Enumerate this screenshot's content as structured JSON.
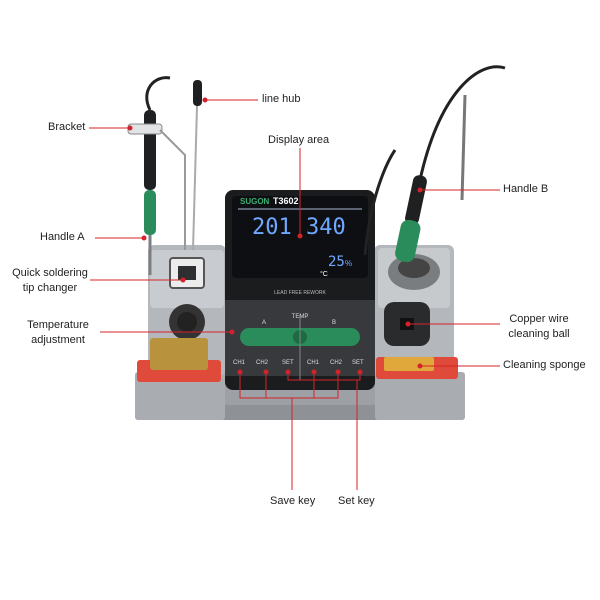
{
  "callouts": {
    "bracket": "Bracket",
    "line_hub": "line hub",
    "display_area": "Display area",
    "handle_a": "Handle A",
    "handle_b": "Handle B",
    "quick_tip_changer_line1": "Quick soldering",
    "quick_tip_changer_line2": "tip changer",
    "temperature_adjustment_line1": "Temperature",
    "temperature_adjustment_line2": "adjustment",
    "copper_wire_ball_line1": "Copper wire",
    "copper_wire_ball_line2": "cleaning ball",
    "cleaning_sponge": "Cleaning sponge",
    "save_key": "Save key",
    "set_key": "Set key"
  },
  "device": {
    "brand": "SUGON",
    "model": "T3602",
    "display_left_value": "201",
    "display_right_value": "340",
    "display_small_value": "25",
    "unit": "°C",
    "percent": "%",
    "slogan": "LEAD FREE REWORK",
    "knob_label": "TEMP",
    "knob_a_label": "A",
    "knob_b_label": "B",
    "keys_left": [
      "CH1",
      "CH2",
      "SET"
    ],
    "keys_right": [
      "CH1",
      "CH2",
      "SET"
    ]
  },
  "colors": {
    "callout_red": "#d4232a",
    "accent_green": "#2a8c5a",
    "display_blue": "#6fa8ff",
    "body_gray": "#b9bcc0"
  }
}
